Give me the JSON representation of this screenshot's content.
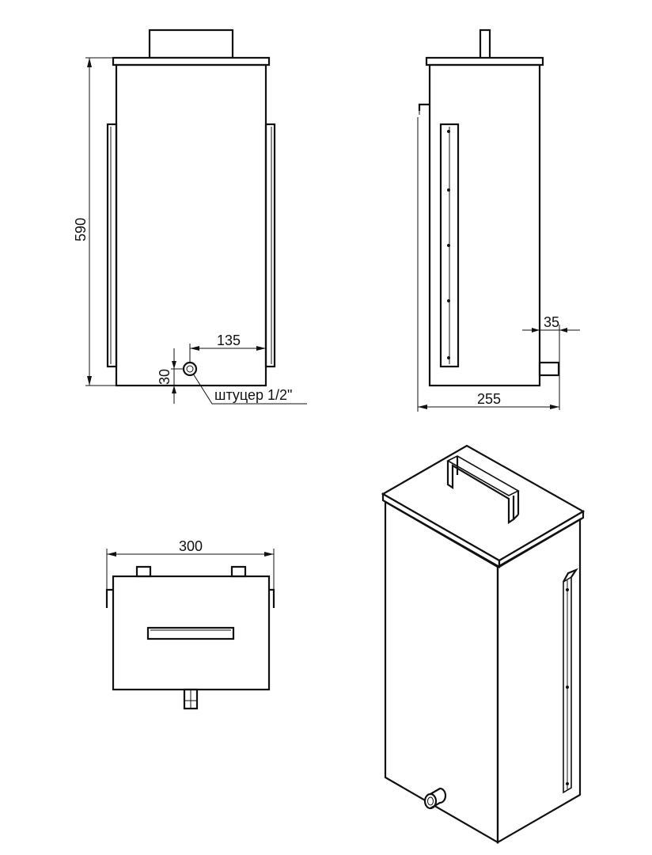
{
  "dimensions": {
    "height_590": "590",
    "offset_135": "135",
    "offset_30": "30",
    "fitting_label": "штуцер 1/2\"",
    "offset_35": "35",
    "depth_255": "255",
    "width_300": "300"
  },
  "colors": {
    "line": "#111111",
    "background": "#ffffff"
  }
}
